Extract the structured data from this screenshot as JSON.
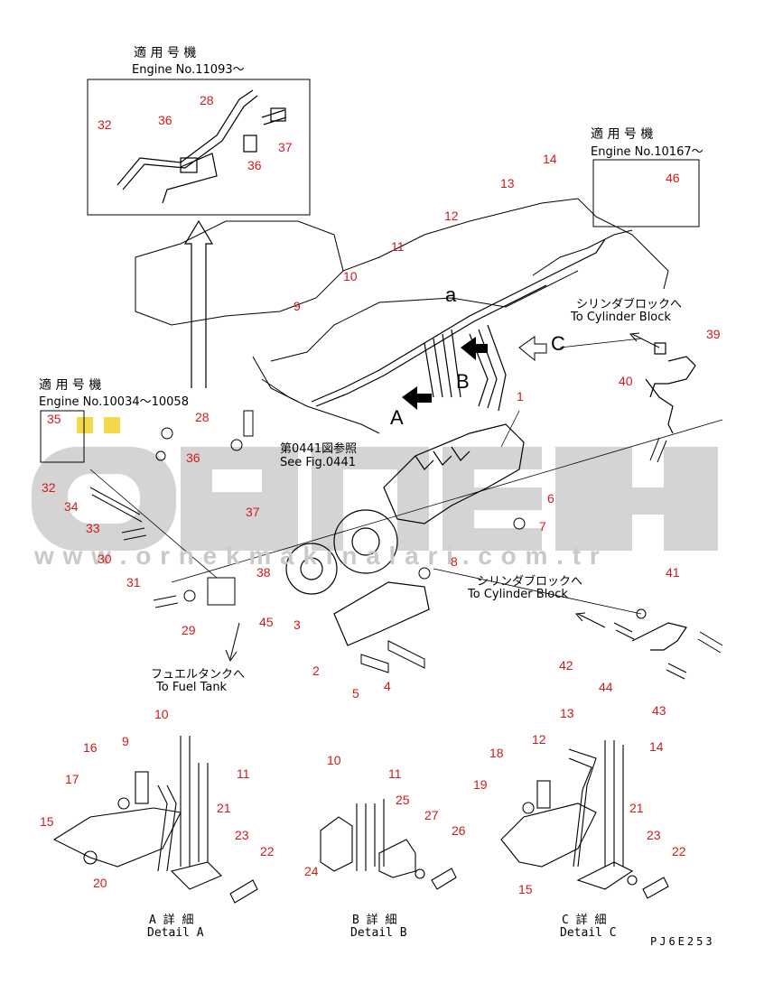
{
  "watermark": {
    "brand": "ÖRNEK",
    "url": "w w w . o r n e k m a k i n a l a r i . c o m . t r"
  },
  "insets": {
    "top": {
      "jp": "適 用 号 機",
      "en": "Engine No.11093～"
    },
    "right": {
      "jp": "適 用 号 機",
      "en": "Engine No.10167～"
    },
    "left": {
      "jp": "適 用 号 機",
      "en": "Engine No.10034～10058"
    }
  },
  "notes": {
    "see_fig_jp": "第0441図参照",
    "see_fig_en": "See Fig.0441",
    "cyl_block_1_jp": "シリンダブロックへ",
    "cyl_block_1_en": "To Cylinder Block",
    "cyl_block_2_jp": "シリンダブロックへ",
    "cyl_block_2_en": "To Cylinder Block",
    "fuel_tank_jp": "フュエルタンクへ",
    "fuel_tank_en": "To Fuel Tank"
  },
  "view_letters": {
    "a_small": "a",
    "A": "A",
    "B": "B",
    "C": "C"
  },
  "details": {
    "A": {
      "jp": "A 詳 細",
      "en": "Detail A"
    },
    "B": {
      "jp": "B 詳 細",
      "en": "Detail B"
    },
    "C": {
      "jp": "C 詳 細",
      "en": "Detail C"
    }
  },
  "drawing_code": "PJ6E253",
  "callouts": {
    "n32a": "32",
    "n36a": "36",
    "n28a": "28",
    "n37a": "37",
    "n36b": "36",
    "n14": "14",
    "n13": "13",
    "n46": "46",
    "n12": "12",
    "n11": "11",
    "n10": "10",
    "n9": "9",
    "n39": "39",
    "n40": "40",
    "n1": "1",
    "n35": "35",
    "n28b": "28",
    "n32b": "32",
    "n34": "34",
    "n36c": "36",
    "n37b": "37",
    "n33": "33",
    "n30": "30",
    "n31": "31",
    "n6": "6",
    "n7": "7",
    "n8": "8",
    "n38": "38",
    "n29": "29",
    "n45": "45",
    "n3": "3",
    "n2": "2",
    "n5": "5",
    "n4": "4",
    "n41": "41",
    "n42": "42",
    "n44": "44",
    "n43": "43",
    "d10": "10",
    "d9": "9",
    "d11": "11",
    "d16": "16",
    "d17": "17",
    "d15": "15",
    "d21": "21",
    "d23": "23",
    "d22": "22",
    "d20": "20",
    "e10": "10",
    "e11": "11",
    "e25": "25",
    "e27": "27",
    "e26": "26",
    "e24": "24",
    "f13": "13",
    "f12": "12",
    "f14": "14",
    "f18": "18",
    "f19": "19",
    "f21": "21",
    "f23": "23",
    "f22": "22",
    "f15": "15"
  }
}
